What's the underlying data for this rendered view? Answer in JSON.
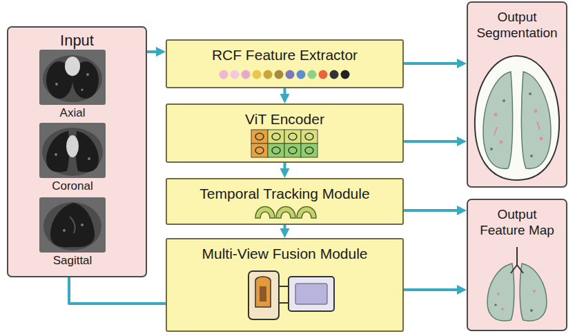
{
  "diagram": {
    "nodes": [
      {
        "text": [
          "Input"
        ]
      },
      {
        "text": [
          "Axial"
        ],
        "in": 0
      },
      {
        "text": [
          "Coronal"
        ],
        "in": 0
      },
      {
        "text": [
          "Sagittal"
        ],
        "in": 0
      },
      {
        "text": [
          "RCF Feature Extractor"
        ]
      },
      {
        "text": [
          "ViT Encoder"
        ]
      },
      {
        "text": [
          "Temporal Tracking Module"
        ]
      },
      {
        "text": [
          "Multi-View Fusion Module"
        ]
      },
      {
        "text": [
          "Output Segmentation"
        ]
      },
      {
        "text": [
          "Output Feature Map"
        ]
      }
    ],
    "edges": [
      {
        "from": 0,
        "to": 4,
        "arrow": "to"
      },
      {
        "from": 4,
        "to": 5,
        "arrow": "to"
      },
      {
        "from": 5,
        "to": 6,
        "arrow": "to"
      },
      {
        "from": 6,
        "to": 7,
        "arrow": "to"
      },
      {
        "from": 0,
        "to": 7,
        "arrow": "none"
      },
      {
        "from": 4,
        "to": 8,
        "arrow": "to"
      },
      {
        "from": 5,
        "to": 8,
        "arrow": "to"
      },
      {
        "from": 6,
        "to": 9,
        "arrow": "to"
      },
      {
        "from": 7,
        "to": 9,
        "arrow": "to"
      }
    ]
  }
}
